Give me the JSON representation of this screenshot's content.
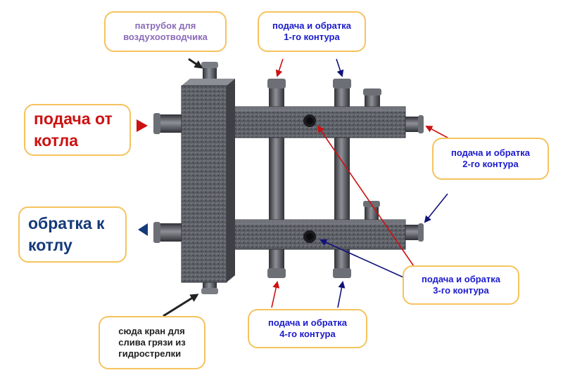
{
  "callouts": {
    "air_vent": {
      "text": "патрубок для\nвоздухоотводчика"
    },
    "circuit_1": {
      "text": "подача и обратка\n1-го контура"
    },
    "from_boiler": {
      "text": "подача от\nкотла"
    },
    "circuit_2": {
      "text": "подача и обратка\n2-го контура"
    },
    "to_boiler": {
      "text": "обратка к\nкотлу"
    },
    "circuit_3": {
      "text": "подача и обратка\n3-го контура"
    },
    "circuit_4": {
      "text": "подача и обратка\n4-го контура"
    },
    "drain": {
      "text": "сюда кран для\nслива грязи из\nгидрострелки"
    }
  },
  "colors": {
    "callout_border": "#f5c35e",
    "air_vent_text": "#8a6ab8",
    "blue_text": "#1a1acc",
    "supply_red": "#cc1111",
    "return_navy": "#153a7a",
    "dark_text": "#222222",
    "metal": "#5a5c63"
  }
}
